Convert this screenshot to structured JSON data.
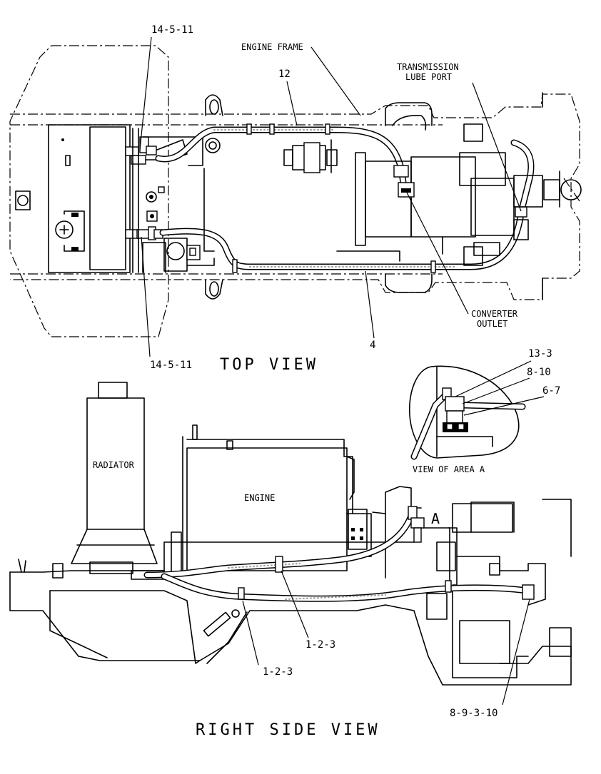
{
  "labels": {
    "engine_frame": "ENGINE FRAME",
    "transmission_lube_port_1": "TRANSMISSION",
    "transmission_lube_port_2": "LUBE PORT",
    "converter_outlet_1": "CONVERTER",
    "converter_outlet_2": "OUTLET",
    "radiator": "RADIATOR",
    "engine": "ENGINE",
    "area_a_marker": "A",
    "view_of_area_a": "VIEW OF AREA A"
  },
  "callouts": {
    "top_left_upper": "14-5-11",
    "top_left_lower": "14-5-11",
    "top_hose_upper": "12",
    "top_hose_lower": "4",
    "area_a_1": "13-3",
    "area_a_2": "8-10",
    "area_a_3": "6-7",
    "side_clamp_mid": "1-2-3",
    "side_clamp_low": "1-2-3",
    "side_fitting": "8-9-3-10"
  },
  "titles": {
    "top_view": "TOP VIEW",
    "right_side_view": "RIGHT SIDE VIEW"
  }
}
